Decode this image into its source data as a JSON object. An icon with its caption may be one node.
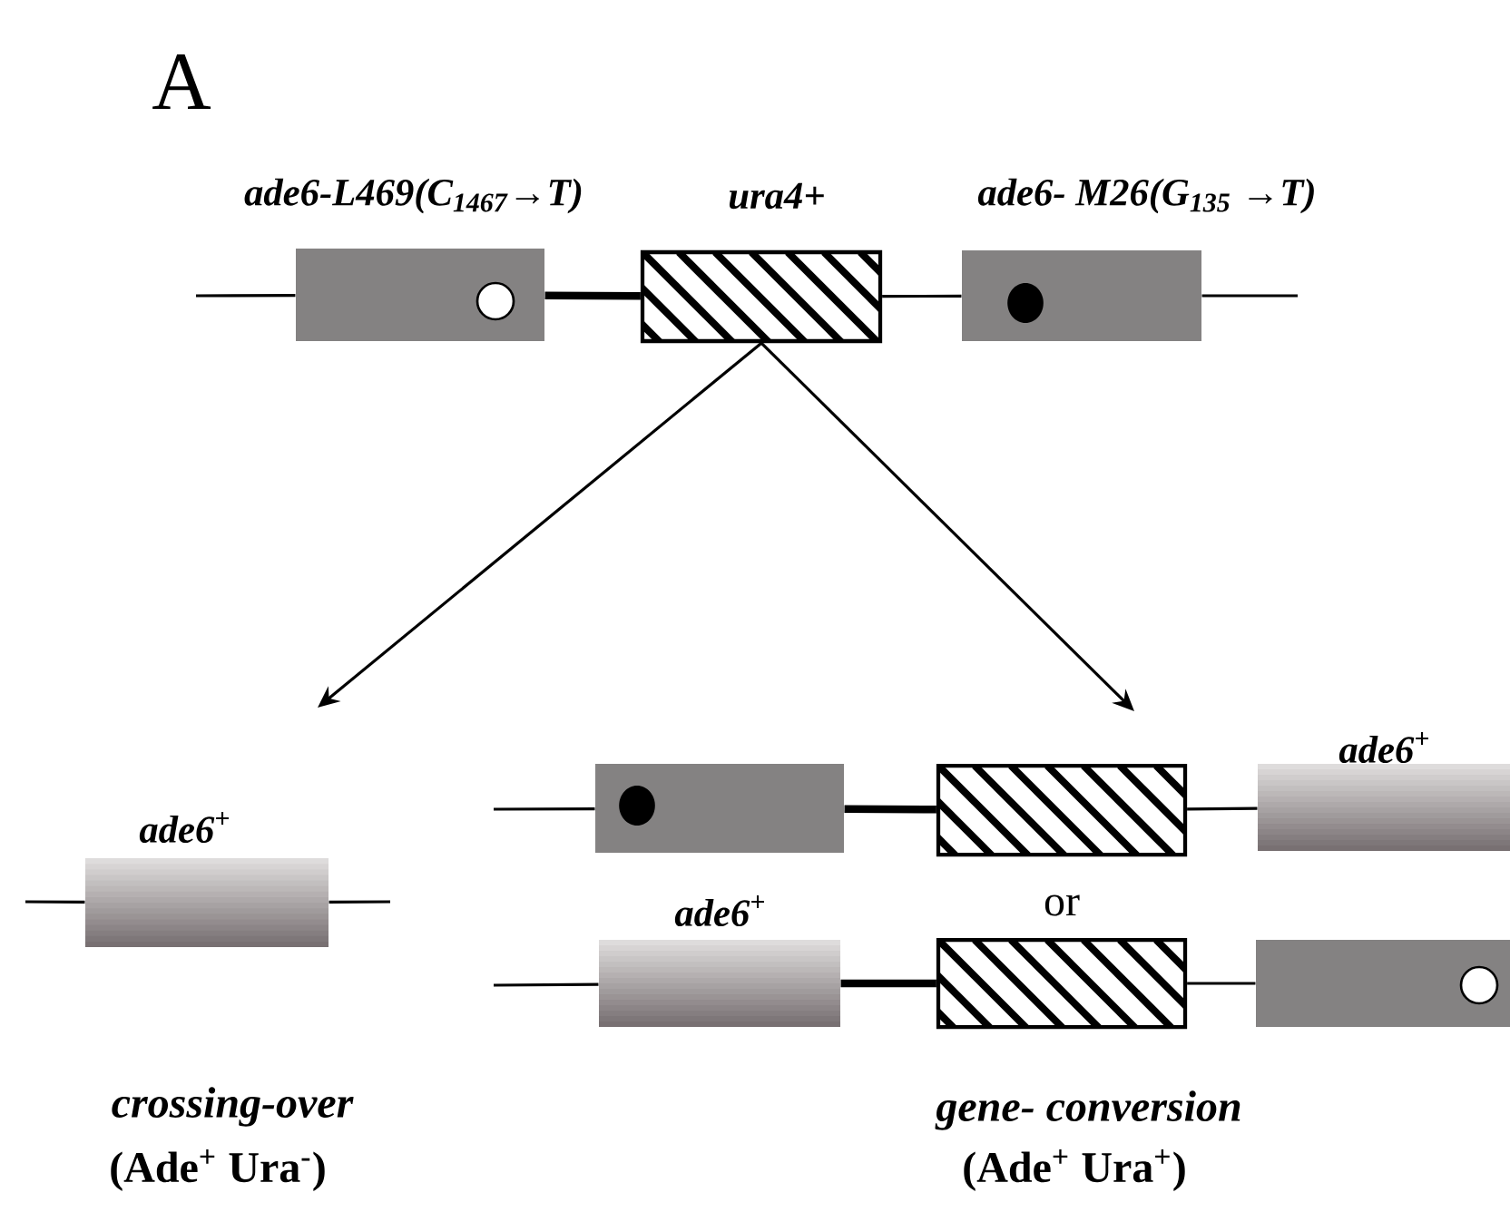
{
  "diagram": {
    "nodes": [
      {
        "text": [
          "ade6-L469(C$_{1467}$→T)"
        ]
      },
      {
        "text": [],
        "shape": "circle",
        "in": 0
      },
      {
        "text": [
          "ura4+"
        ]
      },
      {
        "text": [
          "ade6- M26(G$_{135}$ →T)"
        ]
      },
      {
        "text": [],
        "shape": "dot",
        "in": 3
      },
      {
        "text": [
          "ade6$^{+}$"
        ]
      },
      {
        "text": [],
        "shape": "box"
      },
      {
        "text": [],
        "shape": "dot",
        "in": 6
      },
      {
        "text": [],
        "shape": "box"
      },
      {
        "text": [
          "ade6$^{+}$"
        ]
      },
      {
        "text": [
          "ade6$^{+}$"
        ]
      },
      {
        "text": [],
        "shape": "box"
      },
      {
        "text": [],
        "shape": "box"
      },
      {
        "text": [],
        "shape": "circle",
        "in": 12
      }
    ],
    "edges": [
      {
        "from": null,
        "to": 0,
        "arrow": "none"
      },
      {
        "from": 0,
        "to": 2,
        "arrow": "none",
        "style": "thick"
      },
      {
        "from": 2,
        "to": 3,
        "arrow": "none"
      },
      {
        "from": 3,
        "to": null,
        "arrow": "none"
      },
      {
        "from": 2,
        "to": null,
        "arrow": "to"
      },
      {
        "from": 2,
        "to": null,
        "arrow": "to"
      },
      {
        "from": null,
        "to": 5,
        "arrow": "none"
      },
      {
        "from": 5,
        "to": null,
        "arrow": "none"
      },
      {
        "from": null,
        "to": 6,
        "arrow": "none"
      },
      {
        "from": 6,
        "to": 8,
        "arrow": "none",
        "style": "thick"
      },
      {
        "from": 8,
        "to": 9,
        "arrow": "none"
      },
      {
        "from": null,
        "to": 10,
        "arrow": "none"
      },
      {
        "from": 10,
        "to": 11,
        "arrow": "none",
        "style": "thick"
      },
      {
        "from": 11,
        "to": 12,
        "arrow": "none"
      }
    ],
    "labels": [
      "A",
      "or",
      "crossing-over",
      "(Ade$^{+}$ Ura$^{-}$)",
      "gene- conversion",
      "(Ade$^{+}$ Ura$^{+}$)"
    ]
  }
}
